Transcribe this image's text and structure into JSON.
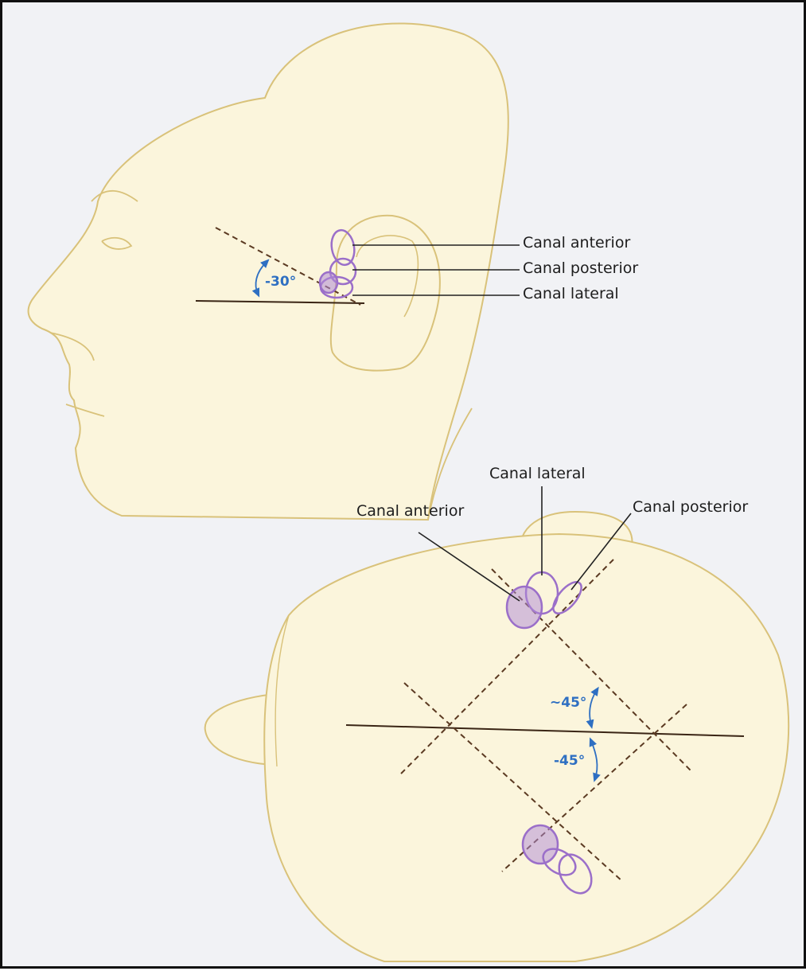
{
  "side_view": {
    "labels": {
      "canal_anterior": "Canal anterior",
      "canal_posterior": "Canal posterior",
      "canal_lateral": "Canal lateral"
    },
    "angle": "-30°"
  },
  "top_view": {
    "labels": {
      "canal_lateral": "Canal lateral",
      "canal_anterior": "Canal anterior",
      "canal_posterior": "Canal posterior"
    },
    "angle_upper": "~45°",
    "angle_lower": "-45°"
  },
  "colors": {
    "background": "#f1f2f5",
    "head_fill": "#fbf5dc",
    "head_outline": "#d9c27a",
    "canal": "#9b6fc9",
    "angle_text": "#2e6fc2",
    "label_text": "#1d1d1d",
    "dashed_line": "#5b3a22"
  }
}
